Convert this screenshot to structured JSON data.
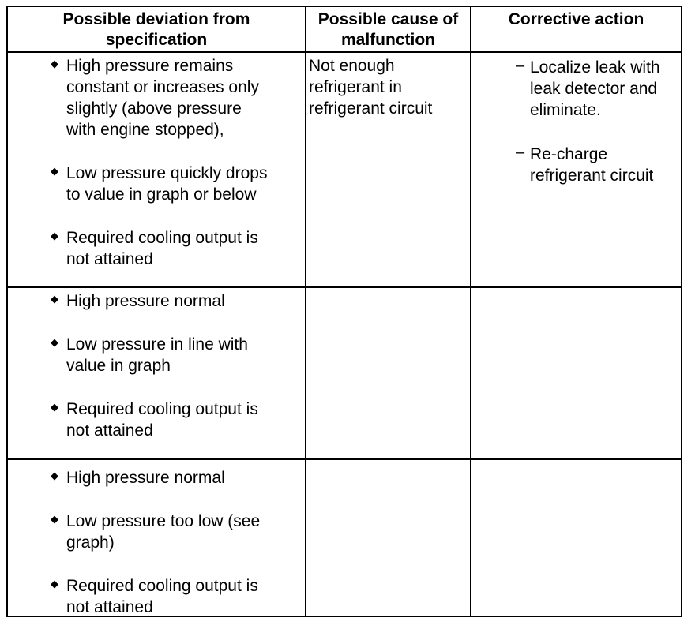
{
  "headers": {
    "deviation": "Possible deviation from\nspecification",
    "cause": "Possible cause of\nmalfunction",
    "action": "Corrective action"
  },
  "rows": [
    {
      "deviations": [
        "High pressure remains\nconstant or increases only\nslightly (above pressure\nwith engine stopped),",
        "Low pressure quickly drops\nto value in graph or below",
        "Required cooling output is\nnot attained"
      ],
      "cause": "Not enough\nrefrigerant in\nrefrigerant circuit",
      "actions": [
        "Localize leak with\nleak detector and\neliminate.",
        "Re-charge\nrefrigerant circuit"
      ]
    },
    {
      "deviations": [
        "High pressure normal",
        "Low pressure in line with\nvalue in graph",
        "Required cooling output is\nnot attained"
      ],
      "cause": "",
      "actions": []
    },
    {
      "deviations": [
        "High pressure normal",
        "Low pressure too low (see\ngraph)",
        "Required cooling output is\nnot attained"
      ],
      "cause": "",
      "actions": []
    }
  ],
  "symbols": {
    "bullet": "◆",
    "dash": "–"
  }
}
